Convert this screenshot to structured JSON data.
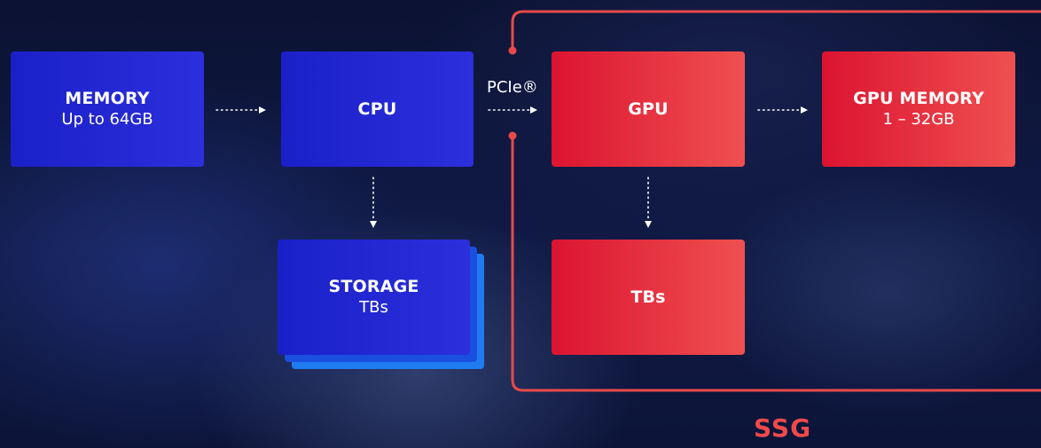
{
  "nodes": {
    "memory": {
      "title": "MEMORY",
      "subtitle": "Up to 64GB"
    },
    "cpu": {
      "title": "CPU"
    },
    "storage": {
      "title": "STORAGE",
      "subtitle": "TBs"
    },
    "gpu": {
      "title": "GPU"
    },
    "gpu_memory": {
      "title": "GPU MEMORY",
      "subtitle": "1 – 32GB"
    },
    "ssg_storage": {
      "title": "TBs"
    }
  },
  "links": {
    "bus_label": "PCIe®"
  },
  "group": {
    "label": "SSG"
  },
  "colors": {
    "blue_start": "#1a20c8",
    "blue_end": "#2c2fdc",
    "blue_stack_light": "#1e7cf0",
    "blue_stack_mid": "#1a4fe0",
    "red_start": "#dc1431",
    "red_end": "#ef5050",
    "ssg_outline": "#e84a4a",
    "background": "#0a1030"
  }
}
